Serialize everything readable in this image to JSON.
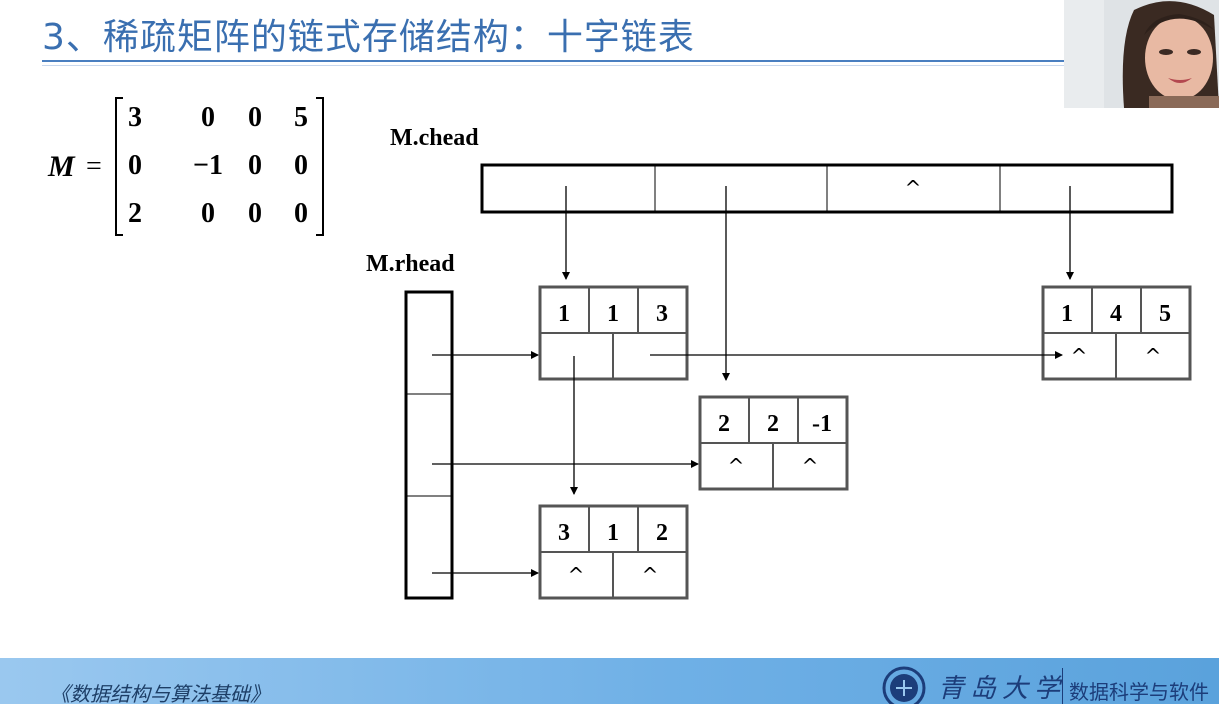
{
  "title": "3、稀疏矩阵的链式存储结构：十字链表",
  "matrix": {
    "label": "M",
    "equals": "=",
    "rows": [
      [
        "3",
        "0",
        "0",
        "5"
      ],
      [
        "0",
        "−1",
        "0",
        "0"
      ],
      [
        "2",
        "0",
        "0",
        "0"
      ]
    ]
  },
  "chead": {
    "label": "M.chead",
    "cells": [
      "",
      "",
      "^",
      ""
    ]
  },
  "rhead": {
    "label": "M.rhead"
  },
  "nodes": [
    {
      "id": "n11",
      "i": "1",
      "j": "1",
      "e": "3",
      "down": "",
      "right": ""
    },
    {
      "id": "n14",
      "i": "1",
      "j": "4",
      "e": "5",
      "down": "^",
      "right": "^"
    },
    {
      "id": "n22",
      "i": "2",
      "j": "2",
      "e": "-1",
      "down": "^",
      "right": "^"
    },
    {
      "id": "n31",
      "i": "3",
      "j": "1",
      "e": "2",
      "down": "^",
      "right": "^"
    }
  ],
  "footer": {
    "course": "《数据结构与算法基础》",
    "university": "青岛大学",
    "department": "数据科学与软件"
  },
  "colors": {
    "title": "#3a6fb0",
    "box": "#5a5a5a",
    "footer": "#6fb0e6"
  }
}
